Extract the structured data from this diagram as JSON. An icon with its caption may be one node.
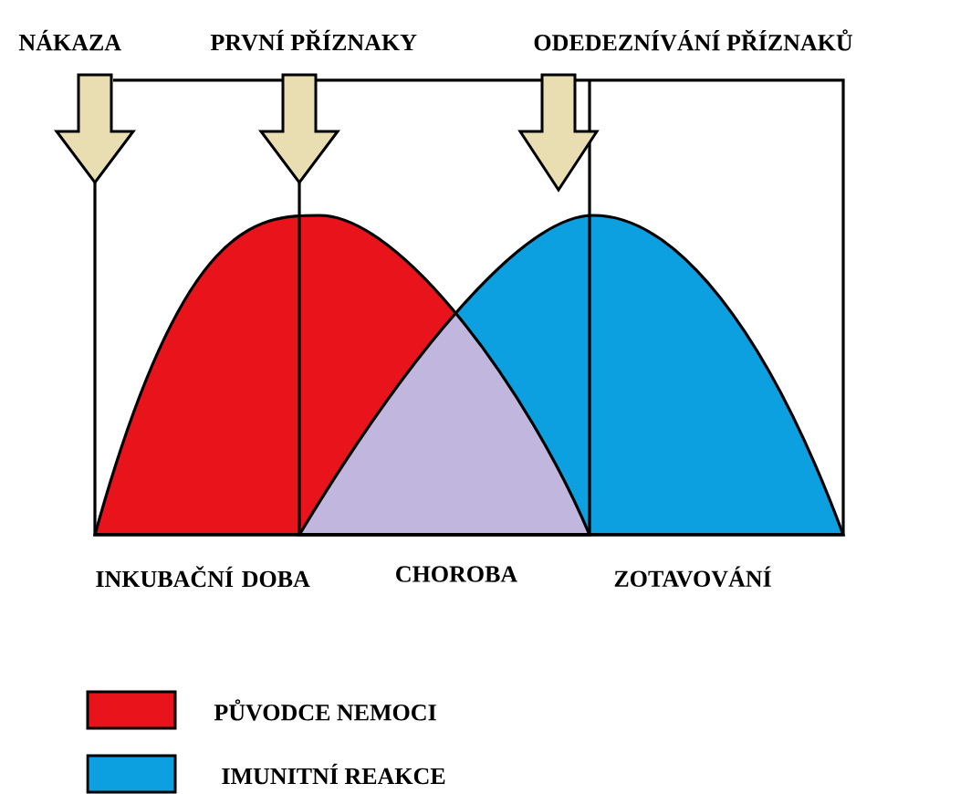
{
  "diagram": {
    "labels": [
      "NÁKAZA",
      "PRVNÍ PŘÍZNAKY",
      "ODEDEZNÍVÁNÍ PŘÍZNAKŮ",
      "INKUBAČNÍ DOBA",
      "CHOROBA",
      "ZOTAVOVÁNÍ"
    ],
    "legend": [
      {
        "text": "PŮVODCE NEMOCI",
        "color": "#e8131b"
      },
      {
        "text": "IMUNITNÍ REAKCE",
        "color": "#0ca0e0"
      }
    ]
  }
}
